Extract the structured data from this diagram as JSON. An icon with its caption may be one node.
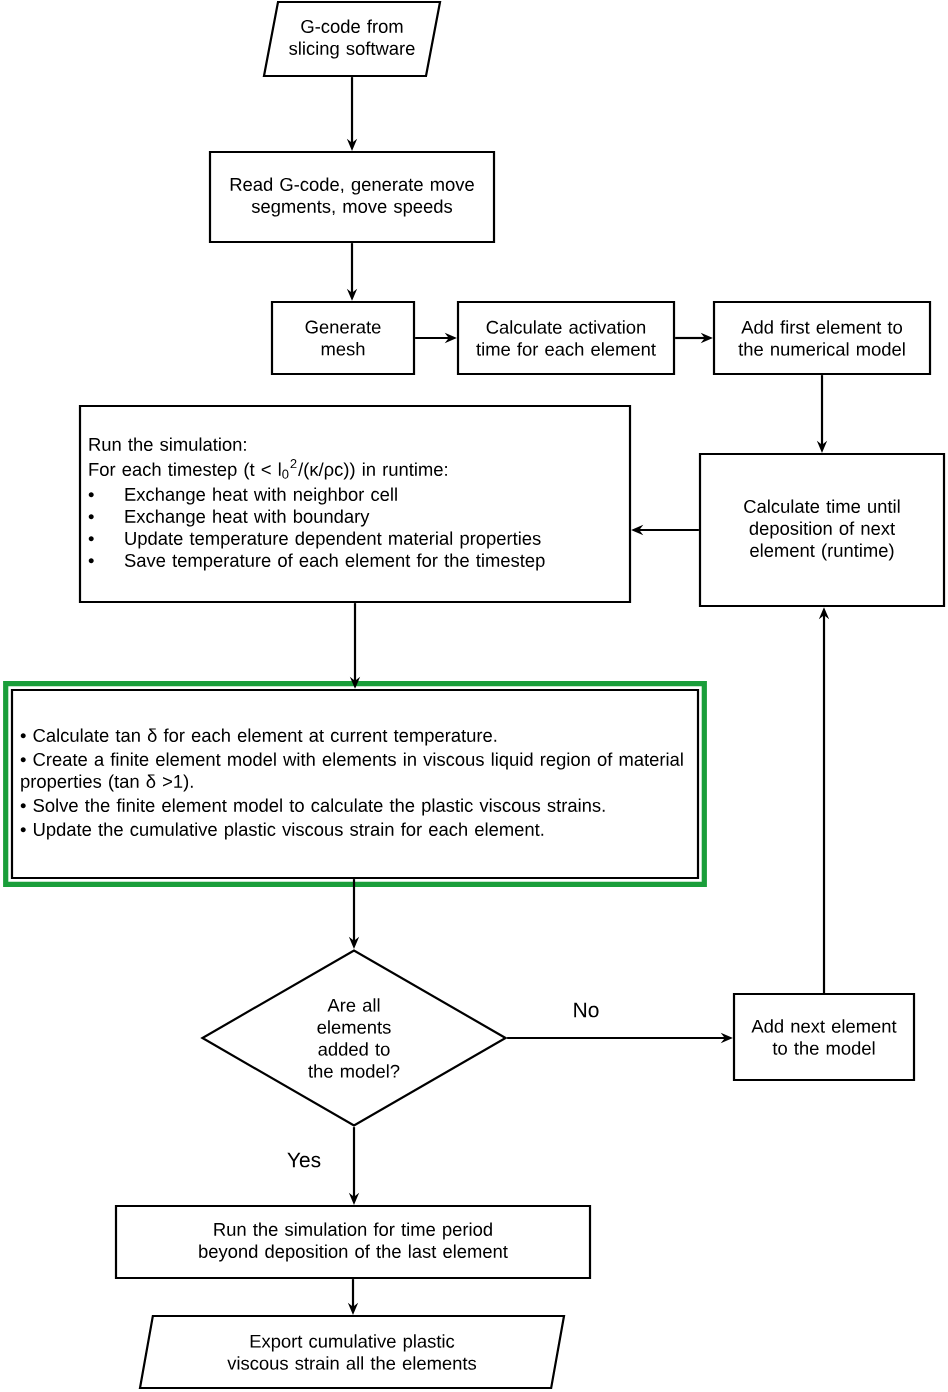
{
  "diagram": {
    "nodes": [
      {
        "text": [
          "G-code from slicing software"
        ]
      },
      {
        "text": [
          "Read G-code, generate move segments, move speeds"
        ]
      },
      {
        "text": [
          "Generate mesh"
        ]
      },
      {
        "text": [
          "Calculate activation time for each element"
        ]
      },
      {
        "text": [
          "Add first element to the numerical model"
        ]
      },
      {
        "text": [
          "Run the simulation:",
          "For each timestep (t < l$_{0}$$^{2}$/(κ/ρc)) in runtime:",
          "•",
          "Exchange heat with neighbor cell",
          "•",
          "Exchange heat with boundary",
          "•",
          "Update temperature dependent material properties",
          "•",
          "Save temperature of each element for the timestep"
        ]
      },
      {
        "text": [
          "Calculate time until deposition of next element (runtime)"
        ]
      },
      {
        "text": [
          "• Calculate tan δ for each element at current temperature.",
          "•  Create a finite element model with elements in viscous liquid region of material properties (tan δ >1).",
          "• Solve the finite element model to calculate the plastic viscous strains.",
          "• Update the cumulative plastic viscous strain for each element."
        ]
      },
      {
        "text": [
          "Are all elements added to the model?"
        ]
      },
      {
        "text": [
          "Add next element to the model"
        ]
      },
      {
        "text": [
          "Run the simulation for time period beyond deposition of the last element"
        ]
      },
      {
        "text": [
          "Export cumulative plastic viscous strain all the elements"
        ]
      }
    ],
    "edges": [
      {
        "from": 0,
        "to": 1,
        "arrow": "to"
      },
      {
        "from": 1,
        "to": 2,
        "arrow": "to"
      },
      {
        "from": 2,
        "to": 3,
        "arrow": "to"
      },
      {
        "from": 3,
        "to": 4,
        "arrow": "to"
      },
      {
        "from": 4,
        "to": 6,
        "arrow": "to"
      },
      {
        "from": 6,
        "to": 5,
        "arrow": "to"
      },
      {
        "from": 5,
        "to": 7,
        "arrow": "to"
      },
      {
        "from": 7,
        "to": 8,
        "arrow": "to"
      },
      {
        "from": 8,
        "to": 9,
        "arrow": "to",
        "label": "No"
      },
      {
        "from": 9,
        "to": 6,
        "arrow": "to"
      },
      {
        "from": 8,
        "to": 10,
        "arrow": "to",
        "label": "Yes"
      },
      {
        "from": 10,
        "to": 11,
        "arrow": "to"
      }
    ]
  }
}
